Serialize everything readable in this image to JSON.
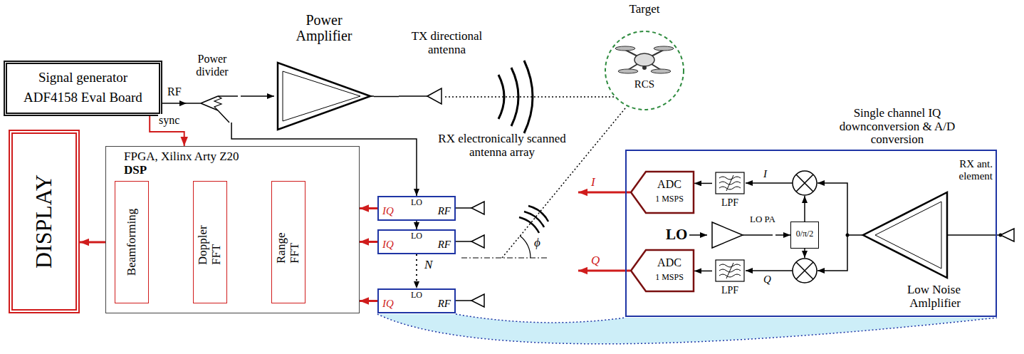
{
  "diagram": {
    "nodes": [
      {
        "text": [
          "Signal generator",
          "ADF4158 Eval Board"
        ]
      },
      {
        "text": [
          "Power divider"
        ]
      },
      {
        "text": [
          "Power Amplifier"
        ]
      },
      {
        "text": [
          "TX directional antenna"
        ]
      },
      {
        "text": [
          "Target",
          "RCS"
        ]
      },
      {
        "text": [
          "DISPLAY"
        ]
      },
      {
        "text": [
          "FPGA, Xilinx Arty Z20",
          "DSP"
        ]
      },
      {
        "text": [
          "Beamforming"
        ],
        "in": 6
      },
      {
        "text": [
          "Doppler FFT"
        ],
        "in": 6
      },
      {
        "text": [
          "Range FFT"
        ],
        "in": 6
      },
      {
        "text": [
          "IQ",
          "LO",
          "RF"
        ]
      },
      {
        "text": [
          "IQ",
          "LO",
          "RF"
        ]
      },
      {
        "text": [
          "IQ",
          "LO",
          "RF"
        ]
      },
      {
        "text": [
          "Single channel IQ downconversion & A/D conversion"
        ]
      },
      {
        "text": [
          "ADC",
          "1 MSPS"
        ],
        "in": 13
      },
      {
        "text": [
          "ADC",
          "1 MSPS"
        ],
        "in": 13
      },
      {
        "text": [
          "LPF"
        ],
        "in": 13
      },
      {
        "text": [
          "LPF"
        ],
        "in": 13
      },
      {
        "text": [
          "LO PA"
        ],
        "in": 13
      },
      {
        "text": [
          "0/π/2"
        ],
        "in": 13
      },
      {
        "text": [
          "Low Noise Amlplifier"
        ],
        "in": 13
      }
    ],
    "edges": [
      {
        "from": 0,
        "to": 1,
        "label": "RF",
        "arrow": "to"
      },
      {
        "from": 1,
        "to": 2,
        "arrow": "to"
      },
      {
        "from": 2,
        "to": 3,
        "arrow": "none"
      },
      {
        "from": 1,
        "to": 10,
        "arrow": "to"
      },
      {
        "from": 10,
        "to": 11,
        "arrow": "to"
      },
      {
        "from": 11,
        "to": 12,
        "arrow": "to"
      },
      {
        "from": 0,
        "to": 6,
        "label": "sync",
        "arrow": "to"
      },
      {
        "from": 10,
        "to": 6,
        "arrow": "to"
      },
      {
        "from": 11,
        "to": 6,
        "arrow": "to"
      },
      {
        "from": 12,
        "to": 6,
        "arrow": "to"
      },
      {
        "from": 9,
        "to": 8,
        "arrow": "to"
      },
      {
        "from": 8,
        "to": 7,
        "arrow": "to"
      },
      {
        "from": 7,
        "to": 5,
        "arrow": "to"
      },
      {
        "from": 16,
        "to": 14,
        "arrow": "to"
      },
      {
        "from": 17,
        "to": 15,
        "arrow": "to"
      },
      {
        "from": 18,
        "to": 19,
        "arrow": "to"
      }
    ],
    "labels": [
      "RX electronically scanned antenna array",
      "N",
      "ϕ",
      "I",
      "Q",
      "LO",
      "I",
      "Q",
      "RX ant. element"
    ]
  }
}
